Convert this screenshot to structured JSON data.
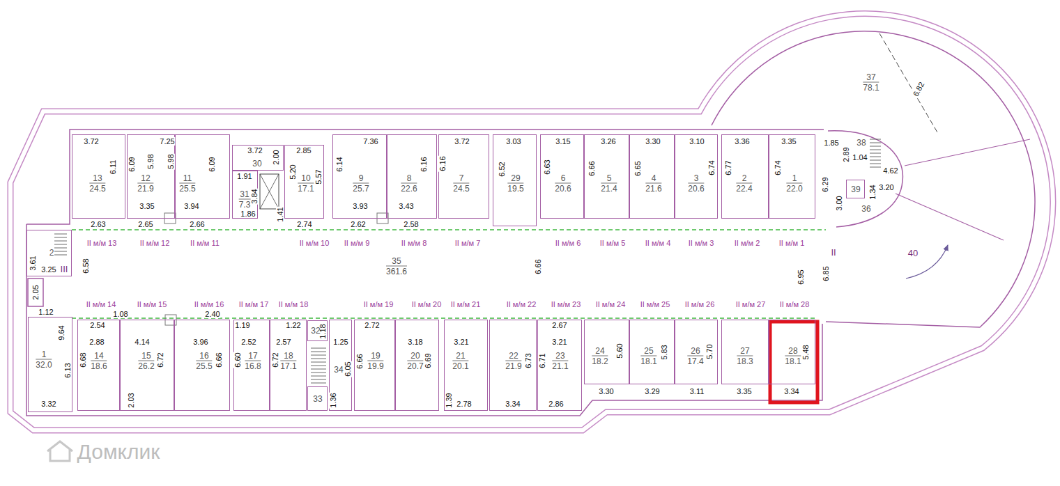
{
  "diagram": {
    "nodes": [
      {
        "text": [
          "37",
          "78.1"
        ]
      },
      {
        "text": [
          "13",
          "24.5"
        ]
      },
      {
        "text": [
          "12",
          "21.9"
        ]
      },
      {
        "text": [
          "11",
          "25.5"
        ]
      },
      {
        "text": [
          "30"
        ]
      },
      {
        "text": [
          "31",
          "7.3"
        ]
      },
      {
        "text": [
          "10",
          "17.1"
        ]
      },
      {
        "text": [
          "9",
          "25.7"
        ]
      },
      {
        "text": [
          "8",
          "22.6"
        ]
      },
      {
        "text": [
          "7",
          "24.5"
        ]
      },
      {
        "text": [
          "29",
          "19.5"
        ]
      },
      {
        "text": [
          "6",
          "20.6"
        ]
      },
      {
        "text": [
          "5",
          "21.4"
        ]
      },
      {
        "text": [
          "4",
          "21.6"
        ]
      },
      {
        "text": [
          "3",
          "20.6"
        ]
      },
      {
        "text": [
          "2",
          "22.4"
        ]
      },
      {
        "text": [
          "1",
          "22.0"
        ]
      },
      {
        "text": [
          "38"
        ]
      },
      {
        "text": [
          "39"
        ]
      },
      {
        "text": [
          "36"
        ]
      },
      {
        "text": [
          "2"
        ]
      },
      {
        "text": [
          "35",
          "361.6"
        ]
      },
      {
        "text": [
          "1",
          "32.0"
        ]
      },
      {
        "text": [
          "14",
          "18.6"
        ]
      },
      {
        "text": [
          "15",
          "26.2"
        ]
      },
      {
        "text": [
          "16",
          "25.5"
        ]
      },
      {
        "text": [
          "17",
          "16.8"
        ]
      },
      {
        "text": [
          "18",
          "17.1"
        ]
      },
      {
        "text": [
          "32"
        ]
      },
      {
        "text": [
          "34"
        ]
      },
      {
        "text": [
          "33"
        ]
      },
      {
        "text": [
          "19",
          "19.9"
        ]
      },
      {
        "text": [
          "20",
          "20.7"
        ]
      },
      {
        "text": [
          "21",
          "20.1"
        ]
      },
      {
        "text": [
          "22",
          "21.9"
        ]
      },
      {
        "text": [
          "23",
          "21.1"
        ]
      },
      {
        "text": [
          "24",
          "18.2"
        ]
      },
      {
        "text": [
          "25",
          "18.1"
        ]
      },
      {
        "text": [
          "26",
          "17.4"
        ]
      },
      {
        "text": [
          "27",
          "18.3"
        ]
      },
      {
        "text": [
          "28",
          "18.1"
        ]
      }
    ],
    "labels": [
      "3.72",
      "7.25",
      "3.72",
      "2.85",
      "7.36",
      "3.72",
      "3.03",
      "3.15",
      "3.26",
      "3.30",
      "3.10",
      "3.36",
      "3.35",
      "6.11",
      "6.09",
      "5.98",
      "5.98",
      "6.09",
      "3.35",
      "3.94",
      "2.63",
      "2.65",
      "2.66",
      "2.00",
      "1.91",
      "3.84",
      "1.86",
      "1.41",
      "5.20",
      "5.57",
      "2.74",
      "6.14",
      "3.93",
      "2.62",
      "3.43",
      "2.58",
      "6.16",
      "6.16",
      "6.52",
      "6.63",
      "6.66",
      "6.65",
      "6.74",
      "6.77",
      "6.74",
      "6.29",
      "3.00",
      "1.85",
      "2.89",
      "1.04",
      "4.62",
      "1.34",
      "3.20",
      "6.82",
      "40",
      "II",
      "6.66",
      "6.95",
      "6.85",
      "6.58",
      "3.61",
      "3.25",
      "III",
      "2.05",
      "1.12",
      "9.64",
      "6.13",
      "3.32",
      "II м/м 13",
      "II м/м 12",
      "II м/м 11",
      "II м/м 10",
      "II м/м 9",
      "II м/м 8",
      "II м/м 7",
      "II м/м 6",
      "II м/м 5",
      "II м/м 4",
      "II м/м 3",
      "II м/м 2",
      "II м/м 1",
      "II м/м 14",
      "II м/м 15",
      "II м/м 16",
      "II м/м 17",
      "II м/м 18",
      "II м/м 19",
      "II м/м 20",
      "II м/м 21",
      "II м/м 22",
      "II м/м 23",
      "II м/м 24",
      "II м/м 25",
      "II м/м 26",
      "II м/м 27",
      "II м/м 28",
      "2.54",
      "1.08",
      "2.40",
      "1.19",
      "1.22",
      "2.88",
      "4.14",
      "3.96",
      "2.52",
      "2.57",
      "6.68",
      "6.72",
      "6.66",
      "6.60",
      "6.72",
      "2.03",
      "1.18",
      "1.25",
      "6.05",
      "1.36",
      "2.72",
      "3.18",
      "3.21",
      "2.67",
      "3.21",
      "6.66",
      "6.69",
      "6.73",
      "6.71",
      "1.39",
      "2.78",
      "3.34",
      "2.86",
      "5.60",
      "5.83",
      "5.70",
      "5.48",
      "3.30",
      "3.29",
      "3.11",
      "3.35",
      "3.34",
      "Домклик"
    ]
  }
}
